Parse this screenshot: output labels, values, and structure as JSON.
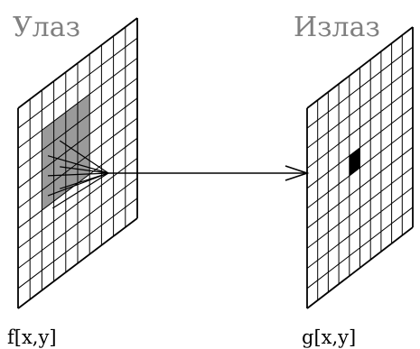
{
  "input": {
    "title": "Улаз",
    "caption": "f[x,y]",
    "grid_cells": 10,
    "neighborhood": {
      "rows": [
        2,
        6
      ],
      "cols": [
        2,
        6
      ],
      "center": [
        4,
        4
      ]
    }
  },
  "output": {
    "title": "Излаз",
    "caption": "g[x,y]",
    "grid_cells": 10,
    "result_pixel": [
      4,
      4
    ]
  },
  "colors": {
    "line": "#000000",
    "title_text": "#808080",
    "neighborhood_fill": "#9a9a9a",
    "result_fill": "#000000",
    "background": "#ffffff"
  }
}
